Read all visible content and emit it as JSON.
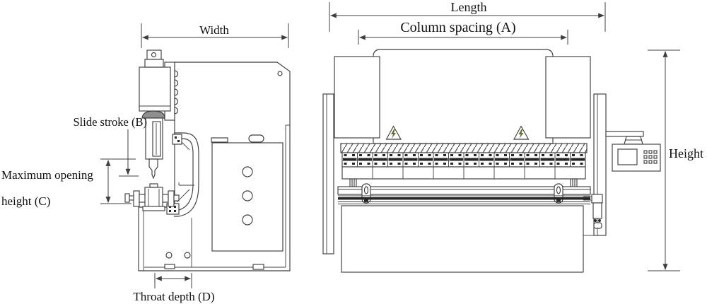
{
  "diagram": {
    "side_view": {
      "dim_width": "Width",
      "dim_slide_stroke": "Slide stroke (B)",
      "dim_max_opening_line1": "Maximum opening",
      "dim_max_opening_line2": "height (C)",
      "dim_throat_depth": "Throat depth (D)"
    },
    "front_view": {
      "dim_length": "Length",
      "dim_column_spacing": "Column spacing (A)",
      "dim_height": "Height"
    },
    "colors": {
      "line": "#3f3f3f",
      "dark_fill": "#262626",
      "ram_pad_gray": "#8f8f8f",
      "warning_mark": "#5f7030",
      "background": "#ffffff"
    }
  }
}
